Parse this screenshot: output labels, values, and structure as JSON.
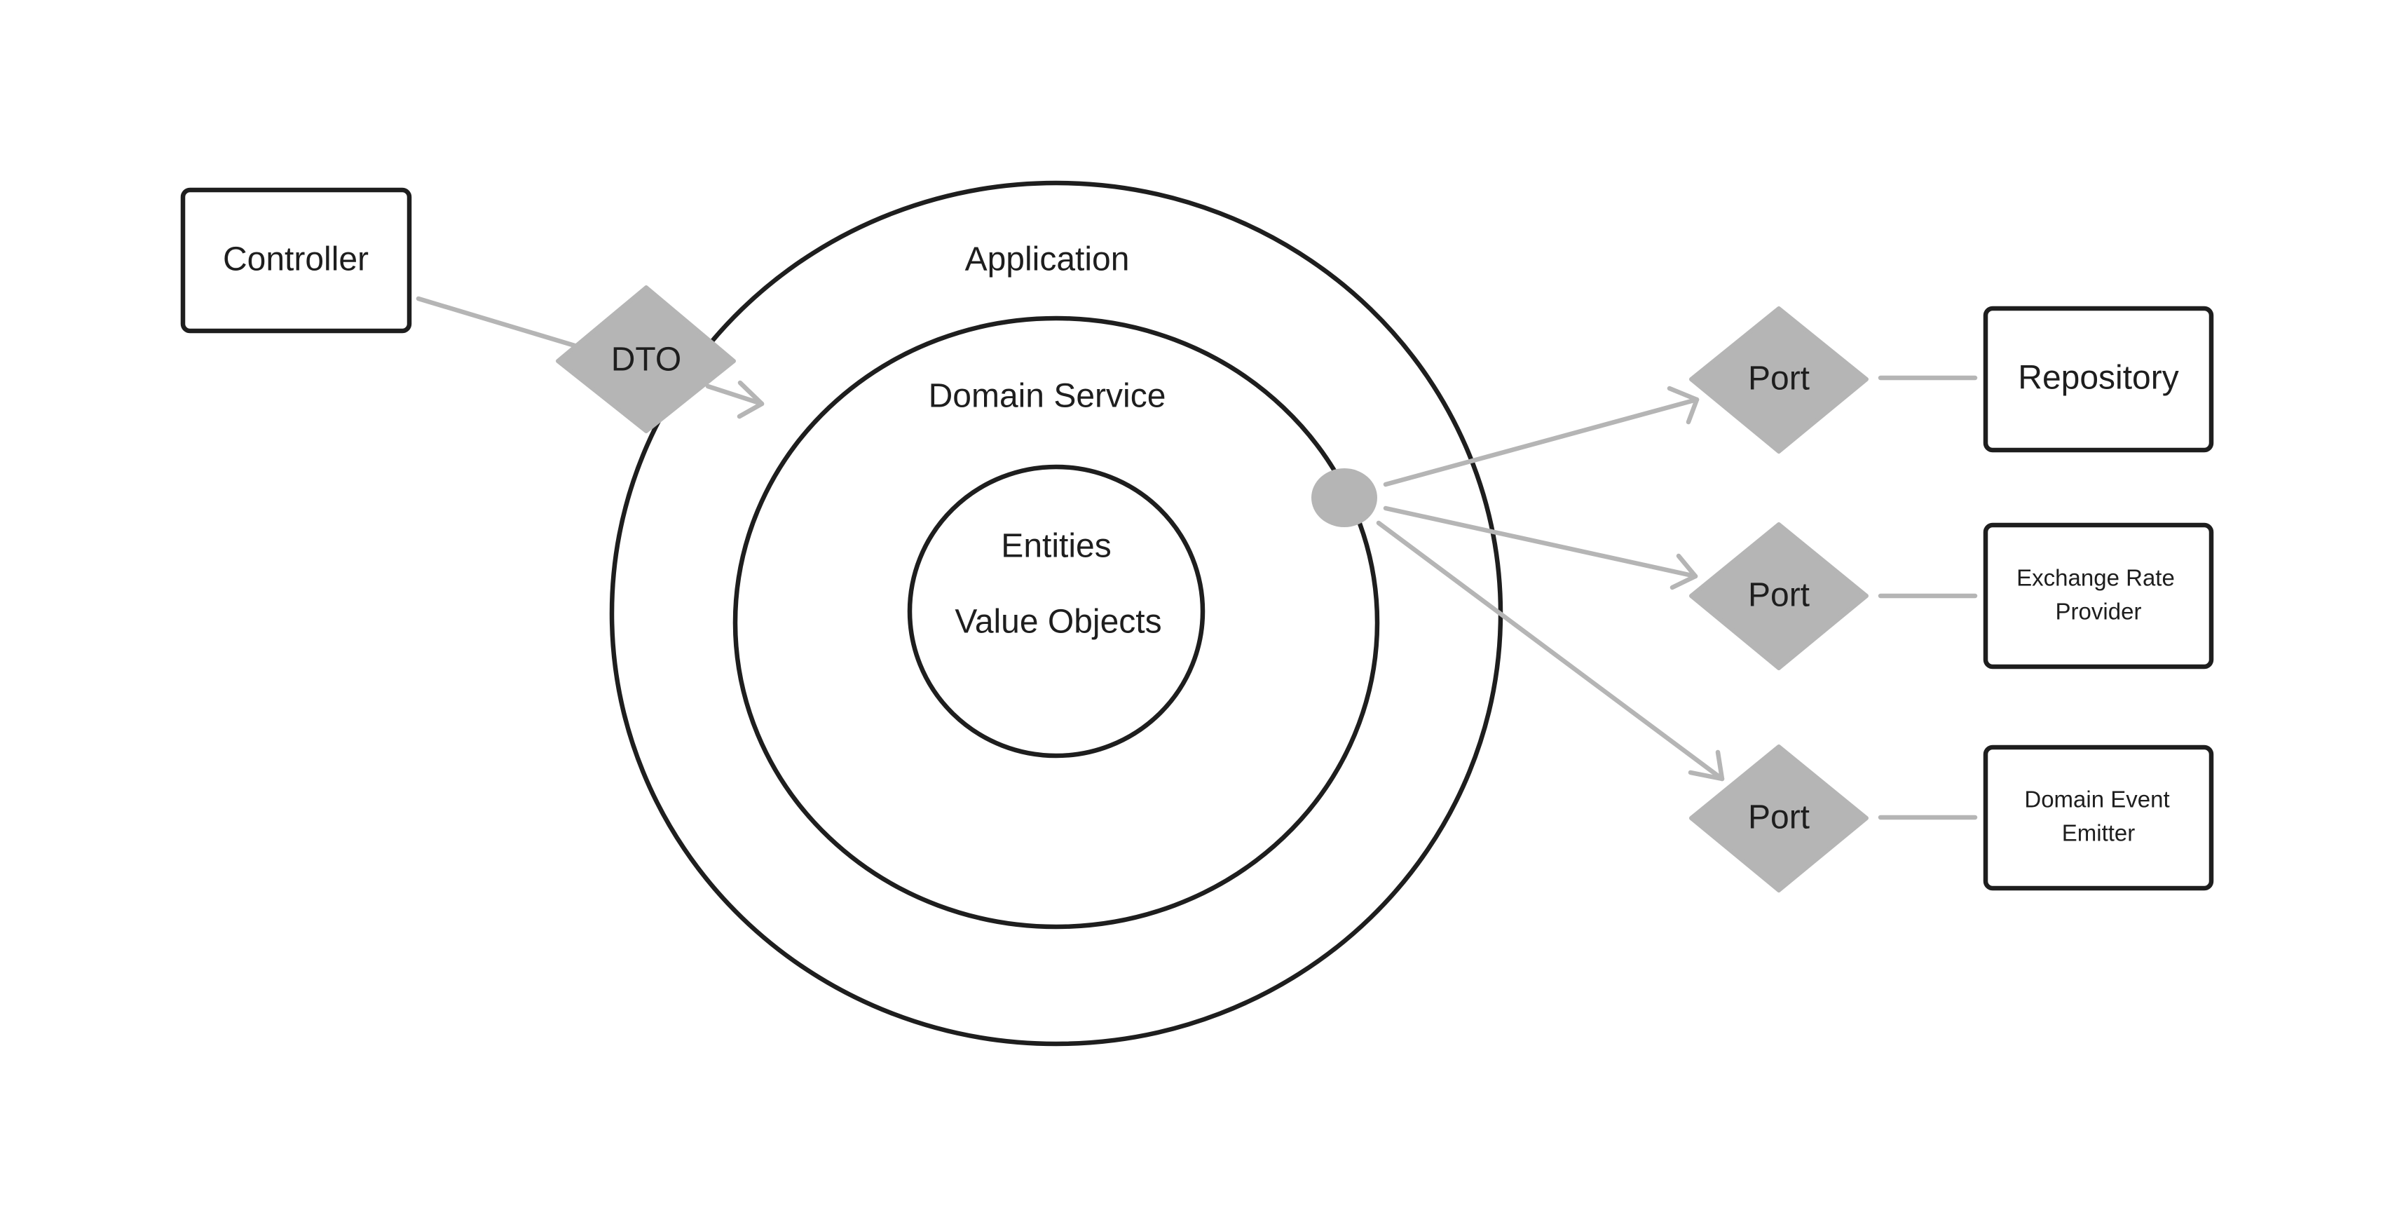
{
  "diagram": {
    "controller": "Controller",
    "dto": "DTO",
    "layers": {
      "application": "Application",
      "domain_service": "Domain Service",
      "entities": "Entities",
      "value_objects": "Value Objects"
    },
    "ports": [
      "Port",
      "Port",
      "Port"
    ],
    "adapters": {
      "repository": "Repository",
      "exchange_rate_provider": [
        "Exchange Rate",
        "Provider"
      ],
      "domain_event_emitter": [
        "Domain Event",
        "Emitter"
      ]
    }
  },
  "colors": {
    "stroke": "#1e1e1e",
    "connector": "#b5b5b5",
    "background": "#ffffff"
  }
}
